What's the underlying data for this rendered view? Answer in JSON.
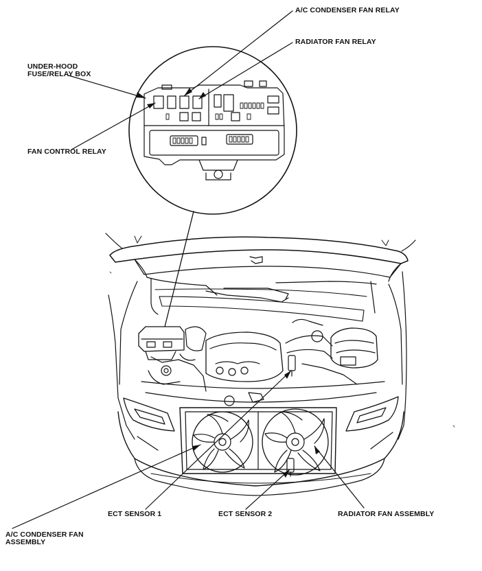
{
  "labels": {
    "ac_condenser_fan_relay": "A/C CONDENSER FAN RELAY",
    "radiator_fan_relay": "RADIATOR FAN RELAY",
    "under_hood_box_line1": "UNDER-HOOD",
    "under_hood_box_line2": "FUSE/RELAY BOX",
    "fan_control_relay": "FAN CONTROL RELAY",
    "ect_sensor_1": "ECT SENSOR 1",
    "ect_sensor_2": "ECT SENSOR 2",
    "radiator_fan_assembly": "RADIATOR FAN ASSEMBLY",
    "ac_condenser_fan_assembly_line1": "A/C CONDENSER FAN",
    "ac_condenser_fan_assembly_line2": "ASSEMBLY"
  },
  "colors": {
    "line": "#111111",
    "background": "#ffffff"
  }
}
